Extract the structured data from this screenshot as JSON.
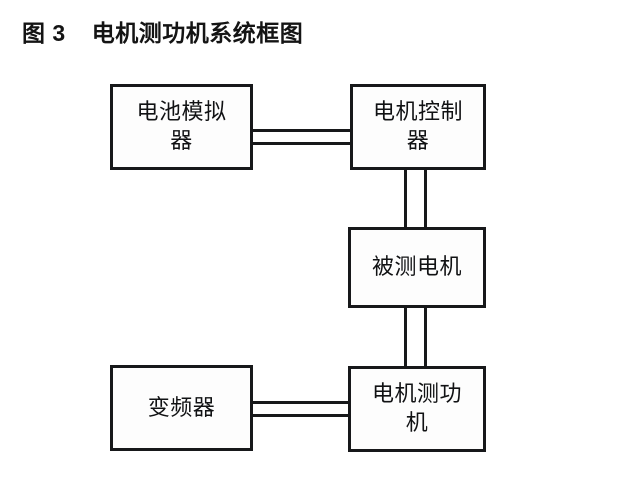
{
  "figure": {
    "label": "图 3",
    "title": "电机测功机系统框图"
  },
  "diagram": {
    "type": "block-diagram",
    "nodes": [
      {
        "id": "battery-simulator",
        "label": "电池模拟器"
      },
      {
        "id": "motor-controller",
        "label": "电机控制器"
      },
      {
        "id": "motor-under-test",
        "label": "被测电机"
      },
      {
        "id": "dynamometer",
        "label": "电机测功机"
      },
      {
        "id": "inverter",
        "label": "变频器"
      }
    ],
    "connections": [
      {
        "from": "battery-simulator",
        "to": "motor-controller",
        "style": "double-line",
        "orientation": "horizontal"
      },
      {
        "from": "motor-controller",
        "to": "motor-under-test",
        "style": "double-line",
        "orientation": "vertical"
      },
      {
        "from": "motor-under-test",
        "to": "dynamometer",
        "style": "double-line",
        "orientation": "vertical"
      },
      {
        "from": "inverter",
        "to": "dynamometer",
        "style": "double-line",
        "orientation": "horizontal"
      }
    ],
    "colors": {
      "stroke": "#17181a",
      "fill": "#fdfdfd",
      "background": "#ffffff",
      "text": "#111214"
    }
  }
}
